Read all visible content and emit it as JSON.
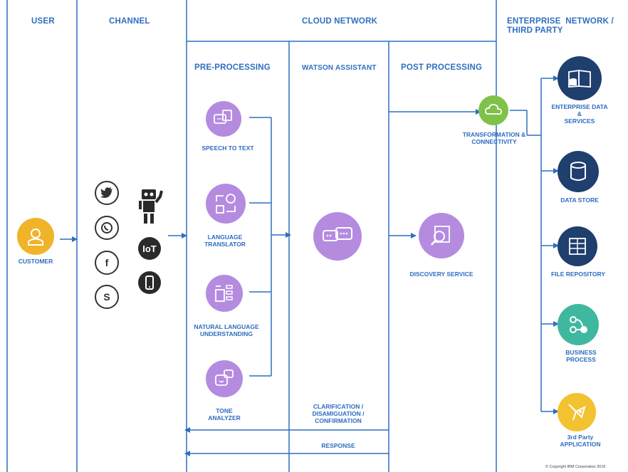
{
  "columns": {
    "user": "USER",
    "channel": "CHANNEL",
    "cloud": "CLOUD NETWORK",
    "enterprise": "ENTERPRISE  NETWORK /\nTHIRD PARTY"
  },
  "subcolumns": {
    "pre": "PRE-PROCESSING",
    "watson": "WATSON ASSISTANT",
    "post": "POST PROCESSING"
  },
  "customer": "CUSTOMER",
  "channels": {
    "social": [
      "twitter-icon",
      "whatsapp-icon",
      "facebook-icon",
      "skype-icon"
    ],
    "devices": [
      "robot-icon",
      "IoT",
      "phone-icon"
    ]
  },
  "pre": {
    "speech": "SPEECH  TO TEXT",
    "translator": "LANGUAGE\nTRANSLATOR",
    "nlu": "NATURAL LANGUAGE\nUNDERSTANDING",
    "tone": "TONE\nANALYZER"
  },
  "watson": {
    "clarification": "CLARIFICATION /\nDISAMIGUATION /\nCONFIRMATION",
    "response": "RESPONSE"
  },
  "post": {
    "discovery": "DISCOVERY SERVICE",
    "transformation": "TRANSFORMATION &\nCONNECTIVITY"
  },
  "enterprise": {
    "data_services": "ENTERPRISE DATA\n&\nSERVICES",
    "data_store": "DATA STORE",
    "file_repo": "FILE REPOSITORY",
    "business": "BUSINESS\nPROCESS",
    "third_party": "3rd Party\nAPPLICATION"
  },
  "copyright": "© Copyright IBM Corporation 2016",
  "colors": {
    "line": "#2f6fc0",
    "purple": "#b58be0",
    "green": "#7ec24a",
    "navy": "#1f3f6e",
    "teal": "#3fb8a0",
    "yellow": "#f2c230",
    "customer": "#f0b429"
  }
}
